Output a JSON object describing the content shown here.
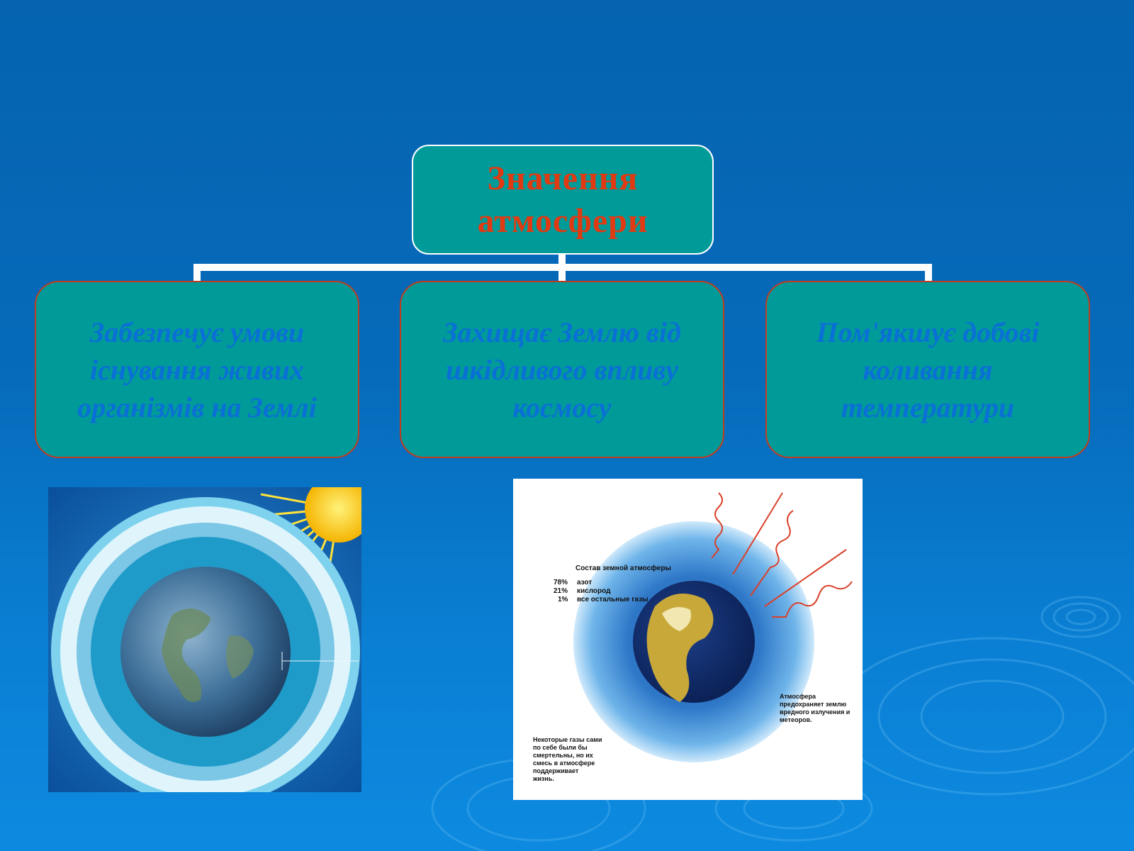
{
  "diagram": {
    "root": {
      "label": "Значення\n атмосфери"
    },
    "children": [
      {
        "label": "Забезпечує умови існування живих  організмів  на Землі"
      },
      {
        "label": "Захищає Землю від шкідливого впливу космосу"
      },
      {
        "label": "Пом'якшує добові коливання\nтемператури"
      }
    ]
  },
  "illustration_2": {
    "title": "Состав земной атмосферы",
    "composition": [
      {
        "percent": "78%",
        "gas": "азот"
      },
      {
        "percent": "21%",
        "gas": "кислород"
      },
      {
        "percent": "1%",
        "gas": "все остальные газы"
      }
    ],
    "note_right": [
      "Атмосфера",
      "предохраняет землю",
      "вредного излучения и",
      "метеоров."
    ],
    "note_left": [
      "Некоторые газы сами",
      "по себе были бы",
      "смертельны, но их",
      "смесь в атмосфере",
      "поддерживает",
      "жизнь."
    ]
  },
  "colors": {
    "box_fill": "#009b99",
    "root_text": "#e03a12",
    "child_text": "#0a6fd6",
    "child_border": "#c13c1e",
    "connector": "#ffffff"
  }
}
